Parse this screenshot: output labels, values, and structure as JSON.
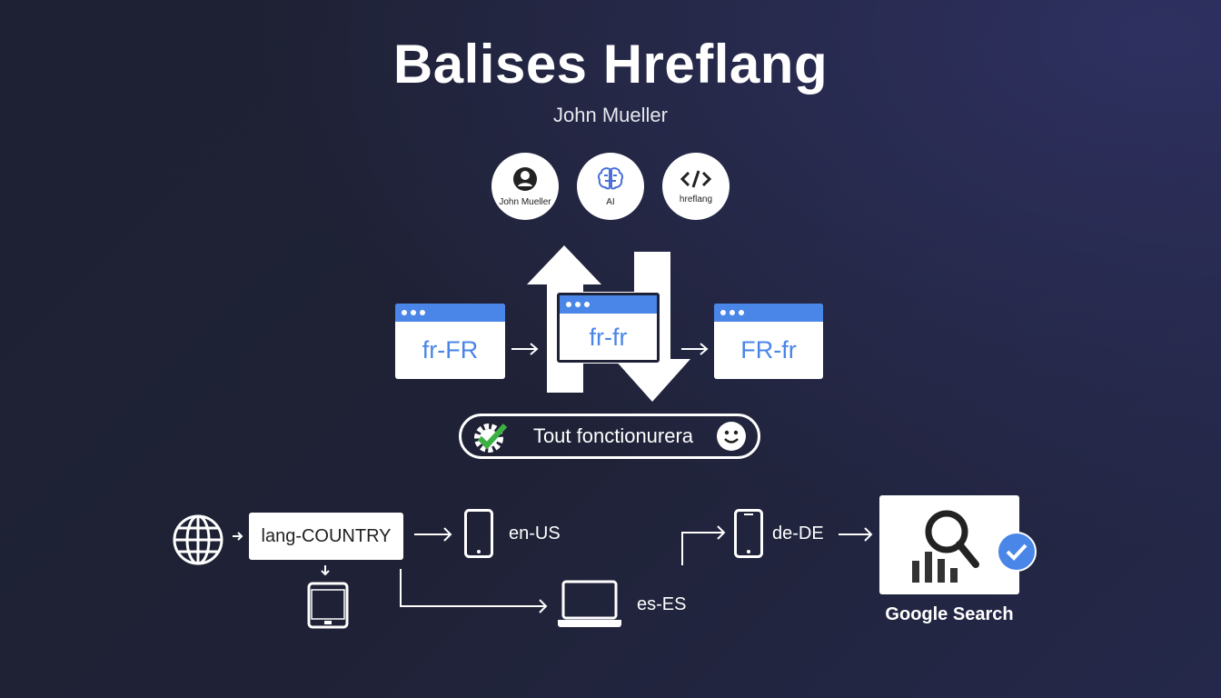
{
  "title": "Balises Hreflang",
  "subtitle": "John Mueller",
  "circles": [
    {
      "icon": "user-icon",
      "label": "John Mueller"
    },
    {
      "icon": "brain-icon",
      "label": "AI"
    },
    {
      "icon": "code-icon",
      "label": "hreflang"
    }
  ],
  "windows": [
    "fr-FR",
    "fr-fr",
    "FR-fr"
  ],
  "status": {
    "label": "Tout fonctionurera",
    "icon_left": "gear-check-icon",
    "icon_right": "smiley-icon"
  },
  "flow": {
    "format_box": "lang-COUNTRY",
    "locales": [
      "en-US",
      "es-ES",
      "de-DE"
    ],
    "search_label": "Google Search"
  },
  "colors": {
    "accent": "#4a86e8",
    "check": "#3cb043"
  }
}
